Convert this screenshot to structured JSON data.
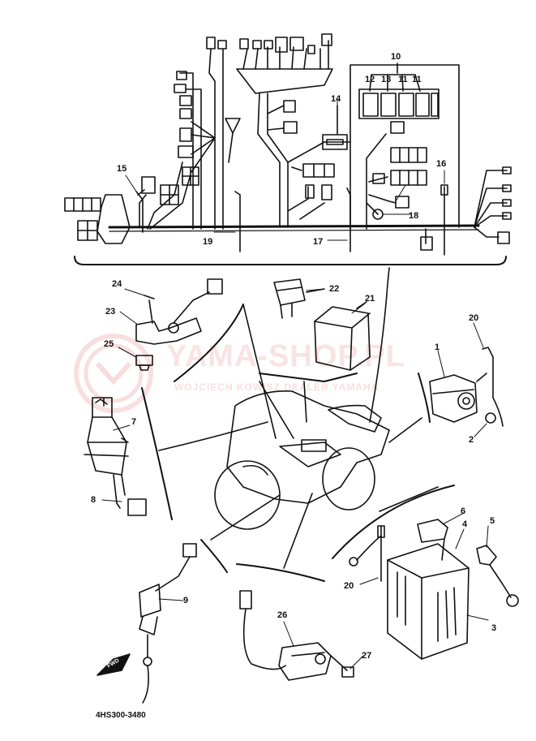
{
  "diagram": {
    "drawing_code": "4HS300-3480",
    "fwd_label": "FWD",
    "part_labels": [
      "1",
      "2",
      "3",
      "4",
      "5",
      "6",
      "7",
      "8",
      "9",
      "10",
      "11",
      "11",
      "12",
      "13",
      "14",
      "15",
      "16",
      "17",
      "18",
      "19",
      "20",
      "20",
      "21",
      "22",
      "23",
      "24",
      "25",
      "26",
      "27"
    ]
  },
  "watermark": {
    "name": "YAMA-SHOP.PL",
    "subtitle": "WOJCIECH KOWISZ DEALER YAMAHA",
    "color": "#d94a4a"
  }
}
